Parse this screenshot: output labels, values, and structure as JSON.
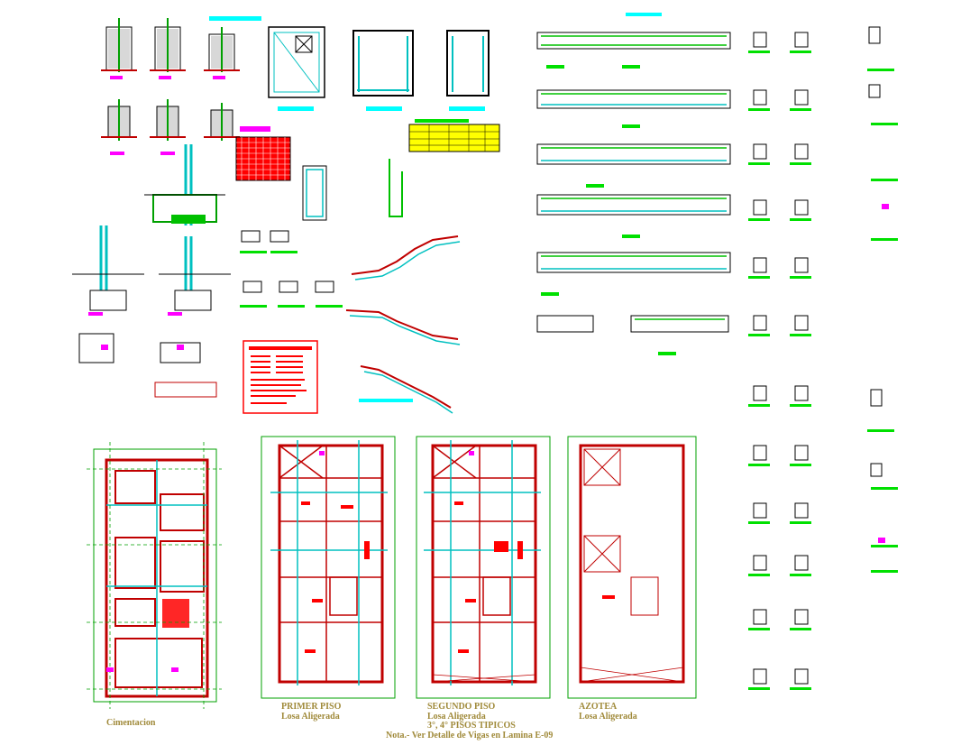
{
  "sheet": {
    "plan_labels": {
      "foundation": "Cimentacion",
      "first_floor": "PRIMER PISO",
      "first_floor_slab": "Losa Aligerada",
      "second_floor": "SEGUNDO PISO",
      "second_floor_slab": "Losa Aligerada",
      "typical_floors": "3°, 4° PISOS TIPICOS",
      "roof": "AZOTEA",
      "roof_slab": "Losa Aligerada",
      "note": "Nota.- Ver Detalle de Vigas en Lamina E-09"
    }
  },
  "colors": {
    "linework": "#c00000",
    "rebar": "#00c0c0",
    "dimension": "#00a000",
    "highlight": "#00e000",
    "tag": "#ff00ff",
    "hatch": "#ff0000",
    "outline": "#000000",
    "text": "#a08a3a",
    "title_bar": "#00ffff",
    "warning_yellow": "#ffff00"
  }
}
